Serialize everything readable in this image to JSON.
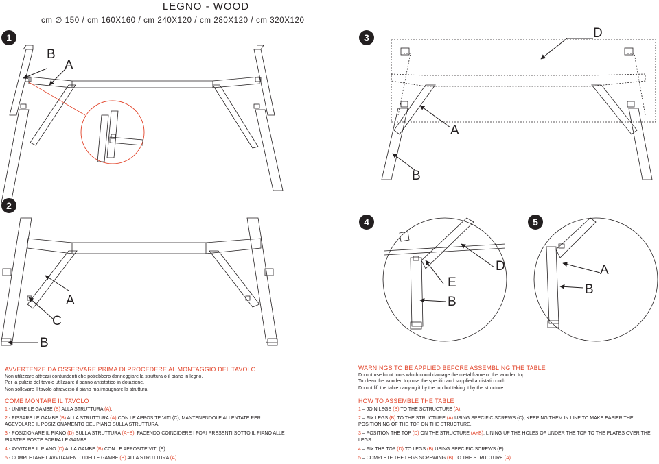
{
  "header": {
    "title": "LEGNO - WOOD",
    "sizes": "cm ∅ 150 / cm 160X160 / cm 240X120 / cm 280X120 / cm 320X120"
  },
  "steps": {
    "s1": "1",
    "s2": "2",
    "s3": "3",
    "s4": "4",
    "s5": "5"
  },
  "labels": {
    "d1_B": "B",
    "d1_A": "A",
    "d2_A": "A",
    "d2_C": "C",
    "d2_B": "B",
    "d3_D": "D",
    "d3_A": "A",
    "d3_B": "B",
    "d4_D": "D",
    "d4_E": "E",
    "d4_B": "B",
    "d5_A": "A",
    "d5_B": "B"
  },
  "warnings_it": {
    "heading": "AVVERTENZE DA OSSERVARE PRIMA DI PROCEDERE AL MONTAGGIO DEL TAVOLO",
    "lines": [
      "Non utilizzare attrezzi contundenti che potrebbero danneggiare la struttura o il piano in legno.",
      "Per la pulizia del tavolo utilizzare il panno antistatico in dotazione.",
      "Non sollevare il tavolo attraverso il piano ma impugnare la struttura."
    ]
  },
  "how_it": {
    "heading": "COME MONTARE IL TAVOLO",
    "steps": [
      {
        "n": "1",
        "pre": " - UNIRE LE GAMBE ",
        "r1": "(B)",
        "mid": " ALLA STRUTTURA ",
        "r2": "(A)",
        "post": "."
      },
      {
        "n": "2",
        "pre": " - FISSARE LE GAMBE ",
        "r1": "(B)",
        "mid": " ALLA STRUTTURA ",
        "r2": "(A)",
        "post": " CON LE APPOSITE VITI (C), MANTENENDOLE ALLENTATE PER AGEVOLARE IL POSIZIONAMENTO DEL PIANO SULLA STRUTTURA."
      },
      {
        "n": "3",
        "pre": " - POSIZIONARE IL PIANO ",
        "r1": "(D)",
        "mid": " SULLA STRUTTURA ",
        "r2": "(A+B)",
        "post": ", FACENDO COINCIDERE I FORI PRESENTI SOTTO IL PIANO ALLE PIASTRE POSTE SOPRA LE GAMBE."
      },
      {
        "n": "4",
        "pre": " - AVVITARE IL PIANO ",
        "r1": "(D)",
        "mid": " ALLA GAMBE ",
        "r2": "(B)",
        "post": " CON LE APPOSITE VITI (E)."
      },
      {
        "n": "5",
        "pre": " - COMPLETARE L'AVVITAMENTO DELLE GAMBE ",
        "r1": "(B)",
        "mid": " ALLA STRUTTURA ",
        "r2": "(A)",
        "post": "."
      }
    ]
  },
  "warnings_en": {
    "heading": "WARNINGS TO BE APPLIED BEFORE ASSEMBLING THE TABLE",
    "lines": [
      "Do not use blunt tools which could damage the metal frame or the wooden top.",
      "To clean the wooden top use the specific and supplied antistatic cloth.",
      "Do not lift the table carrying it by the top but taking it by the structure."
    ]
  },
  "how_en": {
    "heading": "HOW TO ASSEMBLE THE TABLE",
    "steps": [
      {
        "n": "1",
        "pre": " – JOIN LEGS ",
        "r1": "(B)",
        "mid": " TO THE SCTRUCTURE ",
        "r2": "(A)",
        "post": "."
      },
      {
        "n": "2",
        "pre": " – FIX LEGS ",
        "r1": "(B)",
        "mid": " TO THE STRUCTURE ",
        "r2": "(A)",
        "post": " USING SPECIFIC SCREWS (C), KEEPING THEM IN LINE TO MAKE EASIER THE POSITIONING OF THE TOP ON THE STRUCTURE."
      },
      {
        "n": "3",
        "pre": " – POSITION THE TOP ",
        "r1": "(D)",
        "mid": " ON THE STRUCTURE ",
        "r2": "(A+B)",
        "post": ", LINING UP THE HOLES OF UNDER THE TOP TO THE PLATES OVER THE LEGS."
      },
      {
        "n": "4",
        "pre": " – FIX THE TOP ",
        "r1": "(D)",
        "mid": " TO LEGS ",
        "r2": "(B)",
        "post": " USING SPECIFIC SCREWS (E)."
      },
      {
        "n": "5",
        "pre": " – COMPLETE THE LEGS SCREWING ",
        "r1": "(B)",
        "mid": " TO THE STRUCTURE ",
        "r2": "(A)",
        "post": ""
      }
    ]
  },
  "colors": {
    "accent": "#e2452b",
    "ink": "#231f20"
  }
}
